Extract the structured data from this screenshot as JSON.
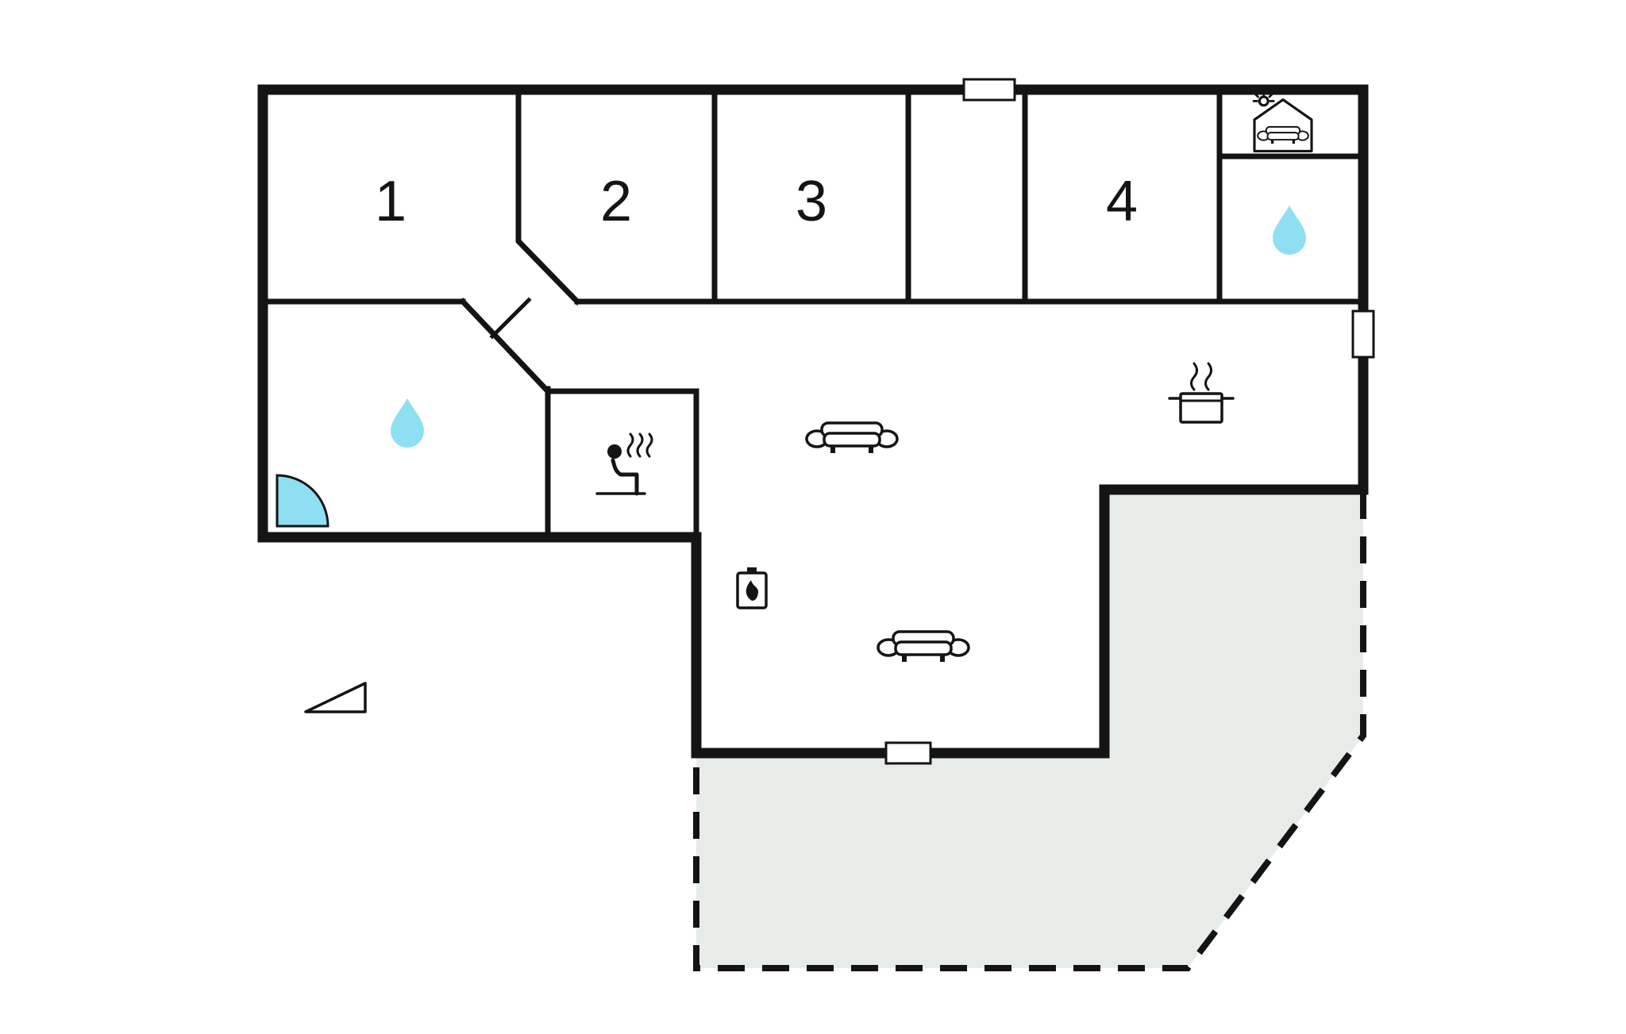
{
  "page": {
    "title": "Holiday home floor plan"
  },
  "colors": {
    "wall": "#141414",
    "water": "#8edff2",
    "terrace": "#e7ece8",
    "background": "#ffffff"
  },
  "rooms": [
    {
      "label": "1"
    },
    {
      "label": "2"
    },
    {
      "label": "3"
    },
    {
      "label": "4"
    }
  ],
  "icons": {
    "bathroom": "water-drop-icon",
    "kitchen": "cooking-pot-icon",
    "living_room": "sofa-icon",
    "sauna": "sauna-icon",
    "wood_stove": "wood-stove-icon",
    "annex": "annex-sofa-icon",
    "door": "door-swing-icon",
    "window": "window-marker",
    "orientation": "triangle-marker-icon"
  }
}
